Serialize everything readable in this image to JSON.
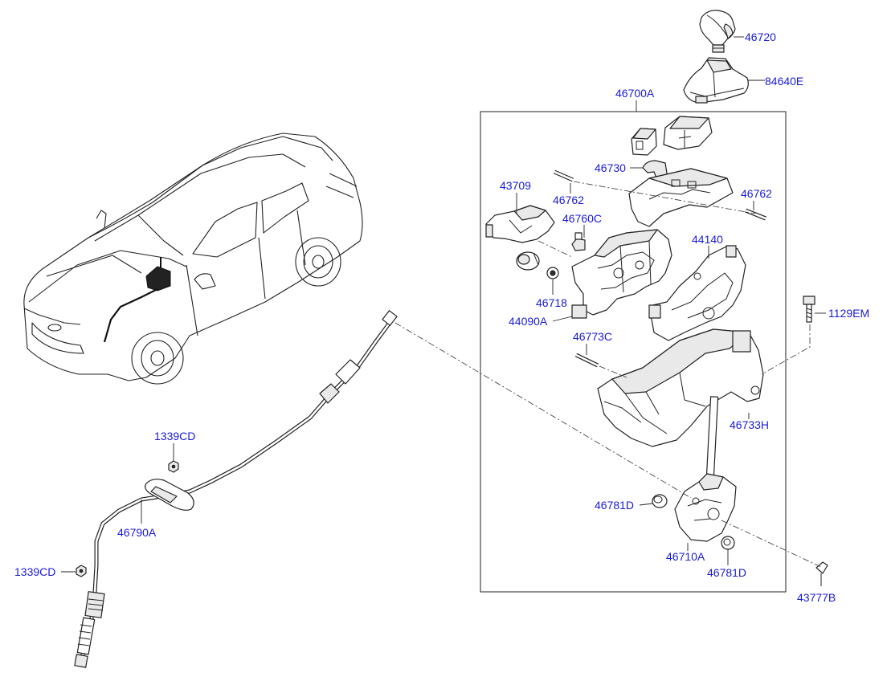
{
  "diagram": {
    "part_labels": [
      {
        "id": "p46720",
        "text": "46720"
      },
      {
        "id": "p84640E",
        "text": "84640E"
      },
      {
        "id": "p46700A",
        "text": "46700A"
      },
      {
        "id": "p46730",
        "text": "46730"
      },
      {
        "id": "p43709",
        "text": "43709"
      },
      {
        "id": "p46762a",
        "text": "46762"
      },
      {
        "id": "p46762b",
        "text": "46762"
      },
      {
        "id": "p46760C",
        "text": "46760C"
      },
      {
        "id": "p44140",
        "text": "44140"
      },
      {
        "id": "p46718",
        "text": "46718"
      },
      {
        "id": "p44090A",
        "text": "44090A"
      },
      {
        "id": "p46773C",
        "text": "46773C"
      },
      {
        "id": "p1129EM",
        "text": "1129EM"
      },
      {
        "id": "p46733H",
        "text": "46733H"
      },
      {
        "id": "p1339CDa",
        "text": "1339CD"
      },
      {
        "id": "p46790A",
        "text": "46790A"
      },
      {
        "id": "p1339CDb",
        "text": "1339CD"
      },
      {
        "id": "p46781Da",
        "text": "46781D"
      },
      {
        "id": "p46710A",
        "text": "46710A"
      },
      {
        "id": "p46781Db",
        "text": "46781D"
      },
      {
        "id": "p43777B",
        "text": "43777B"
      }
    ],
    "colors": {
      "label": "#1a1adc",
      "line": "#222222",
      "background": "#ffffff"
    }
  }
}
